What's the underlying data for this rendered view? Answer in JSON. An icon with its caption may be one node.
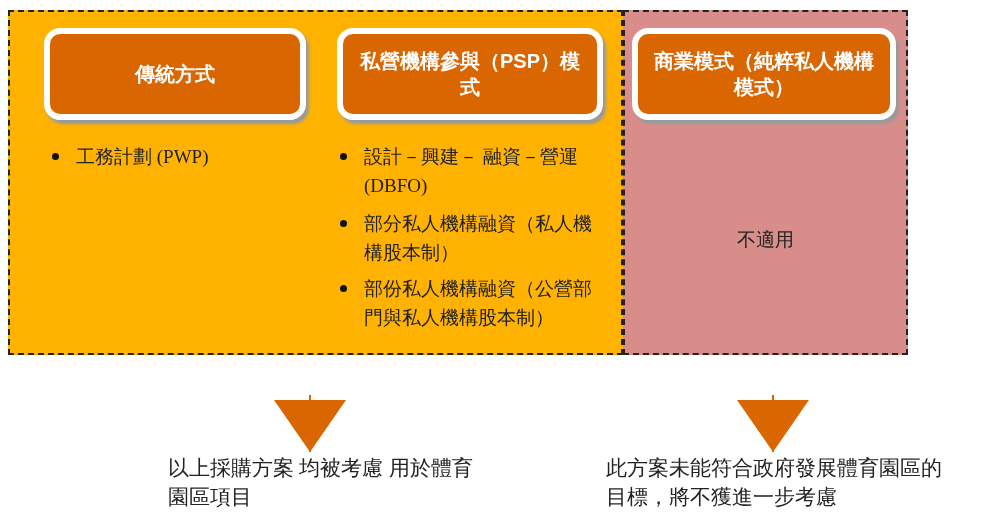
{
  "diagram": {
    "nodes": [
      {
        "text": [
          "工務計劃 (PWP)",
          "設計－興建－ 融資－營運 (DBFO)",
          "部分私人機構融資（私人機構股本制）",
          "部份私人機構融資（公營部門與私人機構股本制）"
        ]
      },
      {
        "text": [
          "傳統方式"
        ],
        "in": 0
      },
      {
        "text": [
          "私營機構參與（PSP）模式"
        ],
        "in": 0
      },
      {
        "text": [
          "不適用"
        ]
      },
      {
        "text": [
          "商業模式（純粹私人機構模式）"
        ],
        "in": 3
      },
      {
        "text": [
          "以上採購方案 均被考慮 用於體育園區項目"
        ]
      },
      {
        "text": [
          "此方案未能符合政府發展體育園區的目標，將不獲進一步考慮"
        ]
      }
    ],
    "edges": [
      {
        "from": 0,
        "to": 5,
        "arrow": "to"
      },
      {
        "from": 3,
        "to": 6,
        "arrow": "to"
      }
    ]
  }
}
